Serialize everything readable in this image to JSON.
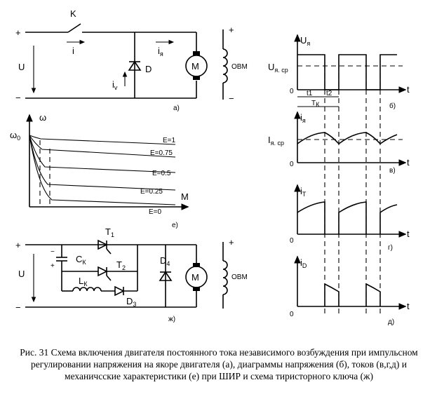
{
  "circuit_a": {
    "plus": "+",
    "minus": "−",
    "u": "U",
    "k": "K",
    "i": "i",
    "iy": "i",
    "iy_sub": "я",
    "iv": "i",
    "iv_sub": "v",
    "d": "D",
    "m": "M",
    "ovm_plus": "+",
    "ovm_minus": "−",
    "ovm": "ОВМ",
    "tag": "а)"
  },
  "diag_b": {
    "uy": "U",
    "uy_sub": "я",
    "uyav": "U",
    "uyav_sub": "я. ср",
    "zero": "0",
    "t": "t",
    "t1": "t1",
    "t2": "t2",
    "tk": "T",
    "tk_sub": "К",
    "tag": "б)"
  },
  "diag_v": {
    "iy": "i",
    "iy_sub": "я",
    "iyav": "I",
    "iyav_sub": "я. ср",
    "zero": "0",
    "t": "t",
    "tag": "в)"
  },
  "diag_g": {
    "it": "i",
    "it_sub": "T",
    "zero": "0",
    "t": "t",
    "tag": "г)"
  },
  "diag_d": {
    "id": "i",
    "id_sub": "D",
    "zero": "0",
    "t": "t",
    "tag": "д)"
  },
  "chars_e": {
    "omega": "ω",
    "omega0": "ω",
    "omega0_sub": "0",
    "m": "M",
    "e1": "E=1",
    "e075": "E=0.75",
    "e05": "E=0.5",
    "e025": "E=0.25",
    "e0": "E=0",
    "tag": "е)"
  },
  "circuit_zh": {
    "plus": "+",
    "minus": "−",
    "u": "U",
    "ck": "C",
    "ck_sub": "К",
    "lk": "L",
    "lk_sub": "К",
    "t1": "T",
    "t1_sub": "1",
    "t2": "T",
    "t2_sub": "2",
    "d3": "D",
    "d3_sub": "3",
    "d4": "D",
    "d4_sub": "4",
    "cap_minus": "−",
    "cap_plus": "+",
    "m": "M",
    "ovm_plus": "+",
    "ovm": "ОВМ",
    "tag": "ж)"
  },
  "caption": "Рис. 31 Схема включения двигателя постоянного тока независимого возбуждения при импульсном регулировании напряжения на якоре двигателя (а), диаграммы напряжения (б), токов (в,г,д) и механичсские характеристики (е) при ШИР и схема тиристорного ключа (ж)"
}
